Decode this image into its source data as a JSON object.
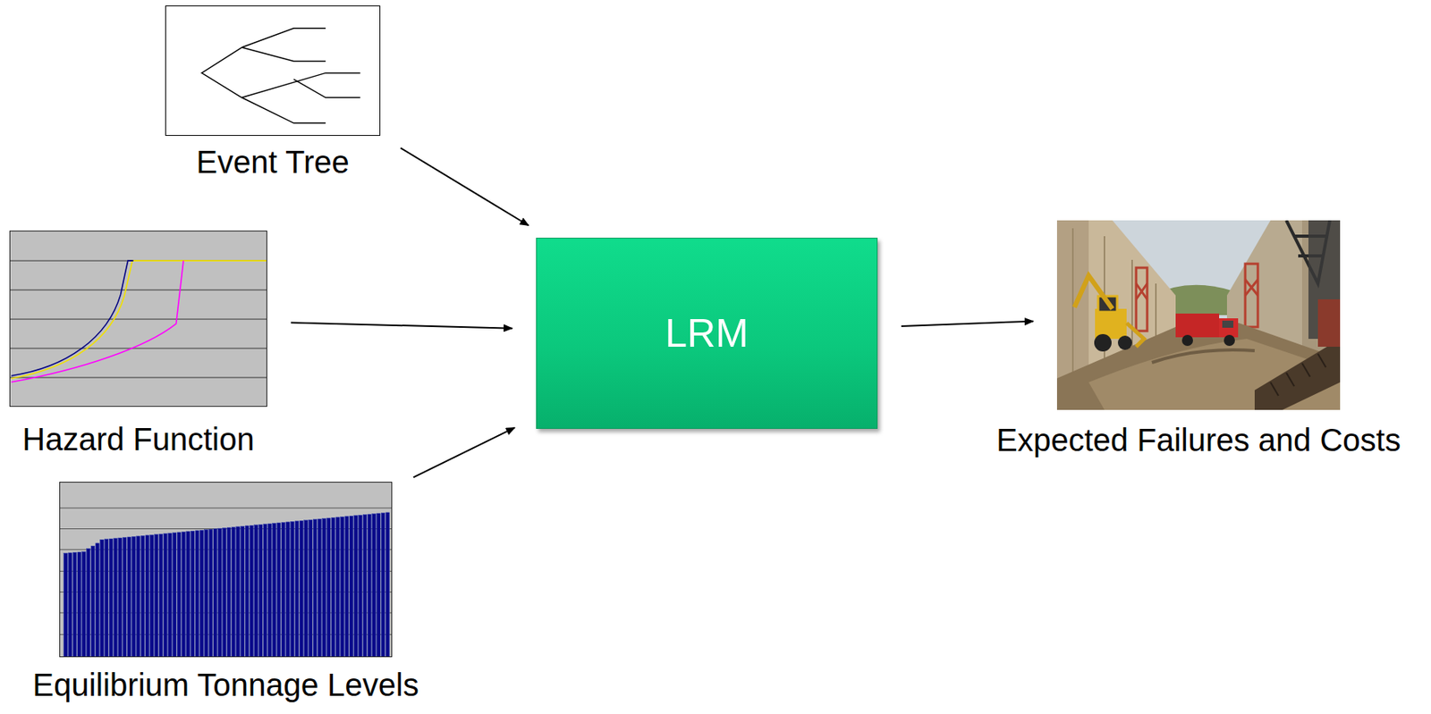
{
  "diagram": {
    "nodes": [
      {
        "text": [
          "Event Tree"
        ]
      },
      {
        "text": [
          "Hazard Function"
        ]
      },
      {
        "text": [
          "Equilibrium Tonnage Levels"
        ]
      },
      {
        "text": [
          "LRM"
        ]
      },
      {
        "text": [
          "Expected Failures and Costs"
        ]
      }
    ],
    "edges": [
      {
        "from": 0,
        "to": 3,
        "arrow": "to"
      },
      {
        "from": 1,
        "to": 3,
        "arrow": "to"
      },
      {
        "from": 2,
        "to": 3,
        "arrow": "to"
      },
      {
        "from": 3,
        "to": 4,
        "arrow": "to"
      }
    ]
  }
}
